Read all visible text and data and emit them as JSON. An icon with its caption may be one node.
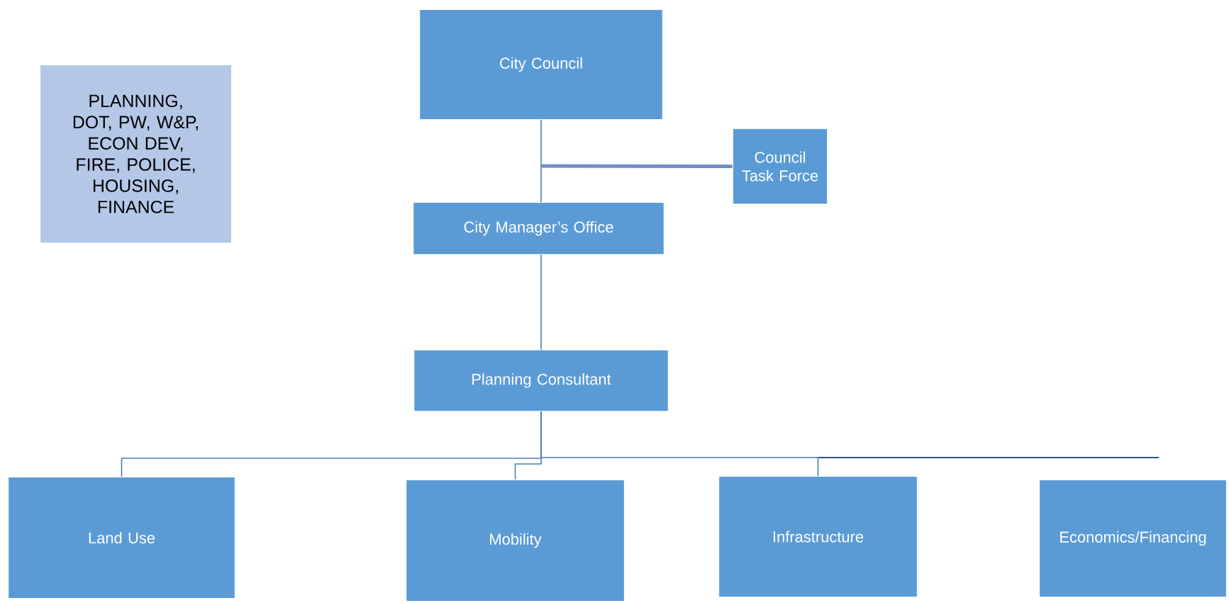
{
  "diagram": {
    "nodes": [
      {
        "text": [
          "PLANNING, DOT, PW, W&P, ECON DEV, FIRE, POLICE, HOUSING, FINANCE"
        ]
      },
      {
        "text": [
          "City Council"
        ]
      },
      {
        "text": [
          "Council Task Force"
        ]
      },
      {
        "text": [
          "City Manager’s Office"
        ]
      },
      {
        "text": [
          "Planning Consultant"
        ]
      },
      {
        "text": [
          "Land Use"
        ]
      },
      {
        "text": [
          "Mobility"
        ]
      },
      {
        "text": [
          "Infrastructure"
        ]
      },
      {
        "text": [
          "Economics/Financing"
        ]
      }
    ],
    "edges": [
      {
        "from": 1,
        "to": 3,
        "arrow": "none"
      },
      {
        "from": null,
        "to": 2,
        "arrow": "none",
        "style": "thick"
      },
      {
        "from": 3,
        "to": 4,
        "arrow": "none"
      },
      {
        "from": 4,
        "to": 5,
        "arrow": "none"
      },
      {
        "from": 4,
        "to": 6,
        "arrow": "none"
      },
      {
        "from": 4,
        "to": 7,
        "arrow": "none"
      }
    ]
  }
}
